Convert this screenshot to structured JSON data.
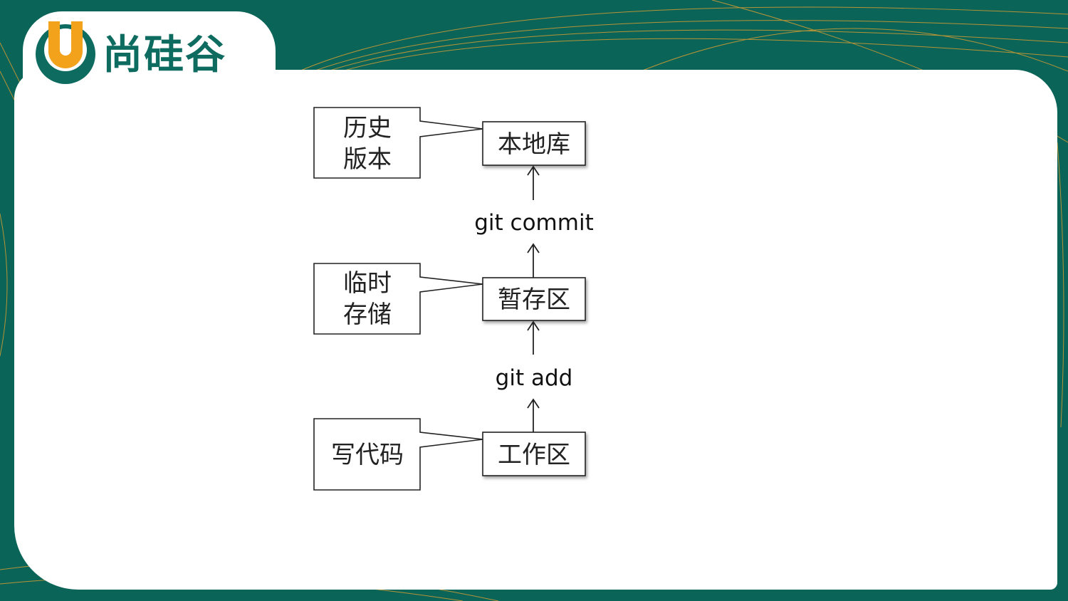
{
  "logo": {
    "brand_text": "尚硅谷",
    "letter": "U"
  },
  "colors": {
    "background": "#0b6458",
    "accent": "#f3a21b",
    "brand": "#0e6b5f"
  },
  "diagram": {
    "stages": [
      {
        "label": "本地库",
        "note": [
          "历史",
          "版本"
        ]
      },
      {
        "label": "暂存区",
        "note": [
          "临时",
          "存储"
        ]
      },
      {
        "label": "工作区",
        "note": [
          "写代码"
        ]
      }
    ],
    "commands": {
      "commit": "git commit",
      "add": "git add"
    }
  }
}
